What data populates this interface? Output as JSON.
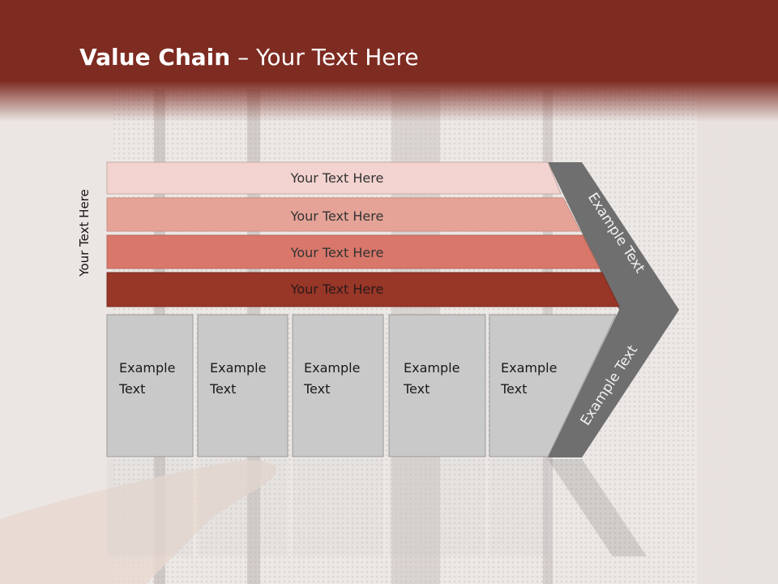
{
  "header": {
    "title_bold": "Value Chain",
    "title_rest": " – Your Text Here"
  },
  "side_label": "Your Text Here",
  "bands": [
    {
      "label": "Your Text Here",
      "color": "#f2d3cf"
    },
    {
      "label": "Your Text Here",
      "color": "#e5a397"
    },
    {
      "label": "Your Text Here",
      "color": "#d8776a"
    },
    {
      "label": "Your Text Here",
      "color": "#983628"
    }
  ],
  "boxes": [
    {
      "line1": "Example",
      "line2": "Text"
    },
    {
      "line1": "Example",
      "line2": "Text"
    },
    {
      "line1": "Example",
      "line2": "Text"
    },
    {
      "line1": "Example",
      "line2": "Text"
    },
    {
      "line1": "Example",
      "line2": "Text"
    }
  ],
  "chevron": {
    "upper_label": "Example Text",
    "lower_label": "Example Text",
    "color": "#6f6f6f"
  },
  "colors": {
    "header": "#7e2b22",
    "box_fill": "#c9c9c9"
  }
}
